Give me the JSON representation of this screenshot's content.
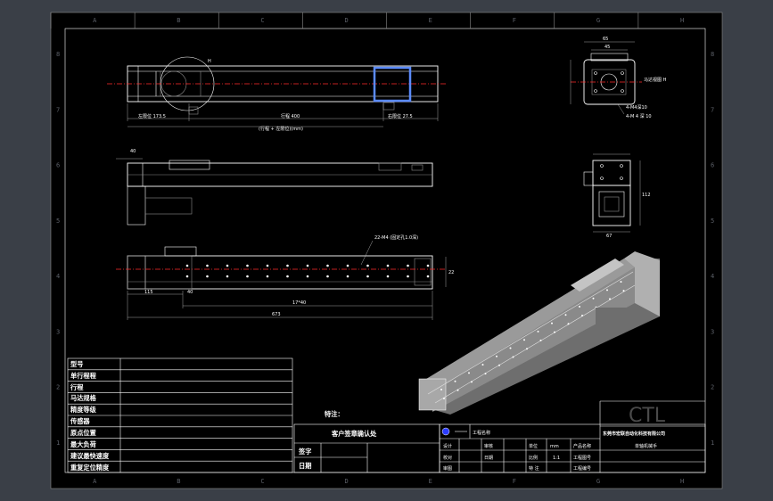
{
  "zones_top": [
    "A",
    "B",
    "C",
    "D",
    "E",
    "F",
    "G",
    "H"
  ],
  "zones_side": [
    "8",
    "7",
    "6",
    "5",
    "4",
    "3",
    "2",
    "1"
  ],
  "top_view": {
    "left_label": "左限位 173.5",
    "mid_label": "行程 400",
    "bottom_note": "(行程 + 左限位)(mm)",
    "right_label": "右限位 27.5",
    "h_mark": "H"
  },
  "end_view": {
    "note": "马达视图 H",
    "screw_note": "4-M4深10",
    "screw_note2": "4-M 4 深 10",
    "dim_top": "65",
    "dim_top2": "45"
  },
  "bottom_view": {
    "hole_note": "22-M4 (固定孔1.0深)",
    "dim_left": "115",
    "dim_left2": "40",
    "dim_pitch": "17*40",
    "dim_total": "673",
    "dim_right": "22"
  },
  "side_small": {
    "dim_left": "40",
    "dim_height": "112",
    "dim_bottom": "67"
  },
  "params_table": {
    "rows": [
      "型号",
      "单行程程",
      "行程",
      "马达规格",
      "精度等级",
      "传感器",
      "原点位置",
      "最大负荷",
      "建议最快速度",
      "重复定位精度"
    ]
  },
  "title_block": {
    "remark": "特注：",
    "customer_confirm": "客户签章确认处",
    "sign_label": "签字",
    "date_label": "日期",
    "method_label": "工程名称",
    "row1": [
      "设计",
      "审核",
      "单位",
      "mm",
      "产品名称",
      "单轴机械手"
    ],
    "row2": [
      "校对",
      "日期",
      "比例",
      "1:1",
      "工程图号",
      ""
    ],
    "row3": [
      "审图",
      "",
      "",
      "",
      "工程编号",
      ""
    ],
    "unit_value": "mm",
    "scale_value": "1:1",
    "logo": "CTL",
    "company": "东莞市宏联自动化科技有限公司",
    "product": "单轴机械手",
    "sheet_label": "特 注"
  }
}
